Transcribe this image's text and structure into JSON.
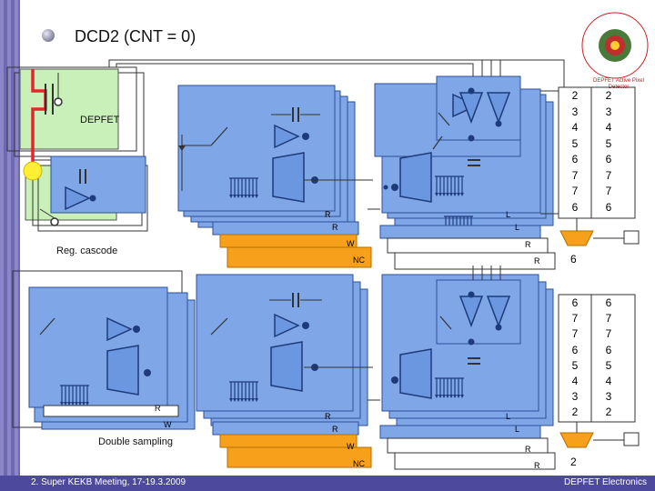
{
  "slide": {
    "title": "DCD2 (CNT = 0)",
    "labels": {
      "depfet": "DEPFET",
      "reg_cascode": "Reg. cascode",
      "double_sampling": "Double sampling"
    },
    "footer": {
      "left": "2. Super KEKB Meeting, 17-19.3.2009",
      "right": "DEPFET Electronics"
    },
    "logo_text": "DEPFET Active Pixel Detector",
    "signals": {
      "r": "R",
      "l": "L",
      "w": "W",
      "nc": "NC"
    },
    "numbers": {
      "six": "6",
      "two": "2"
    }
  },
  "tables": {
    "top": {
      "col_a": [
        "2",
        "3",
        "4",
        "5",
        "6",
        "7",
        "7",
        "6"
      ],
      "col_b": [
        "2",
        "3",
        "4",
        "5",
        "6",
        "7",
        "7",
        "6"
      ]
    },
    "bottom": {
      "col_a": [
        "6",
        "7",
        "7",
        "6",
        "5",
        "4",
        "3",
        "2"
      ],
      "col_b": [
        "6",
        "7",
        "7",
        "6",
        "5",
        "4",
        "3",
        "2"
      ]
    }
  },
  "colors": {
    "cell_fill": "#7fa7e8",
    "cell_stroke": "#2e4f9a",
    "orange": "#f7a01c",
    "depfet_red": "#e4262a",
    "yellow": "#ffee33",
    "sidebar": "#7874bc",
    "footer": "#4d4a9e"
  }
}
